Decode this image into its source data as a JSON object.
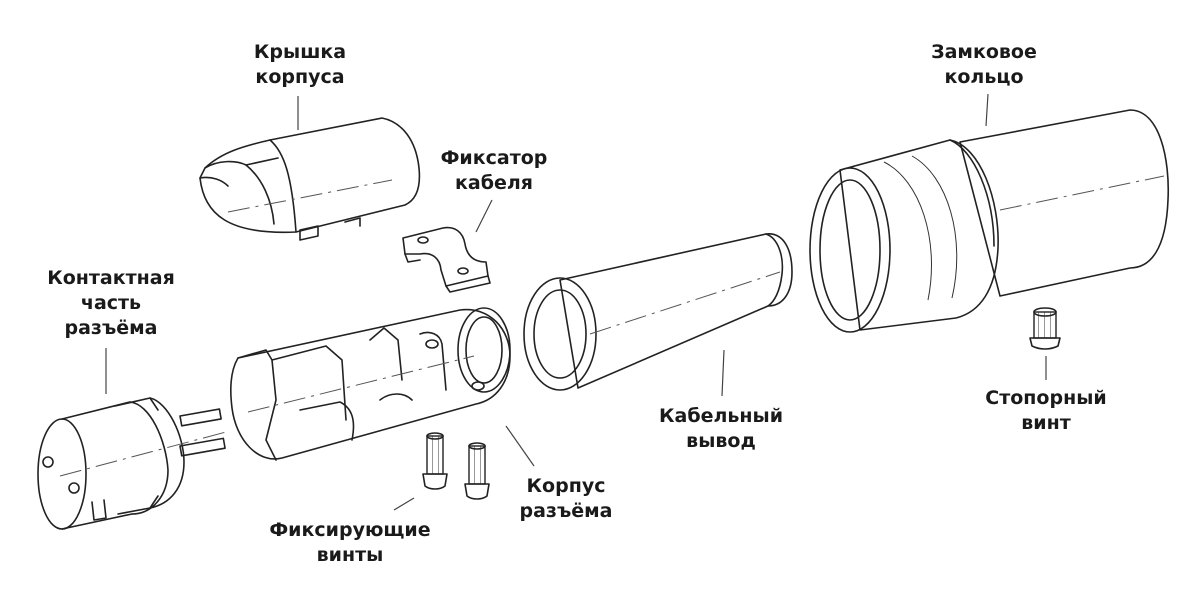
{
  "labels": {
    "shell_cover": [
      "Крышка",
      "корпуса"
    ],
    "cable_clamp": [
      "Фиксатор",
      "кабеля"
    ],
    "locking_ring": [
      "Замковое",
      "кольцо"
    ],
    "contact_insert": [
      "Контактная",
      "часть",
      "разъёма"
    ],
    "cable_boot": [
      "Кабельный",
      "вывод"
    ],
    "set_screw": [
      "Стопорный",
      "винт"
    ],
    "connector_body": [
      "Корпус",
      "разъёма"
    ],
    "fixing_screws": [
      "Фиксирующие",
      "винты"
    ]
  }
}
